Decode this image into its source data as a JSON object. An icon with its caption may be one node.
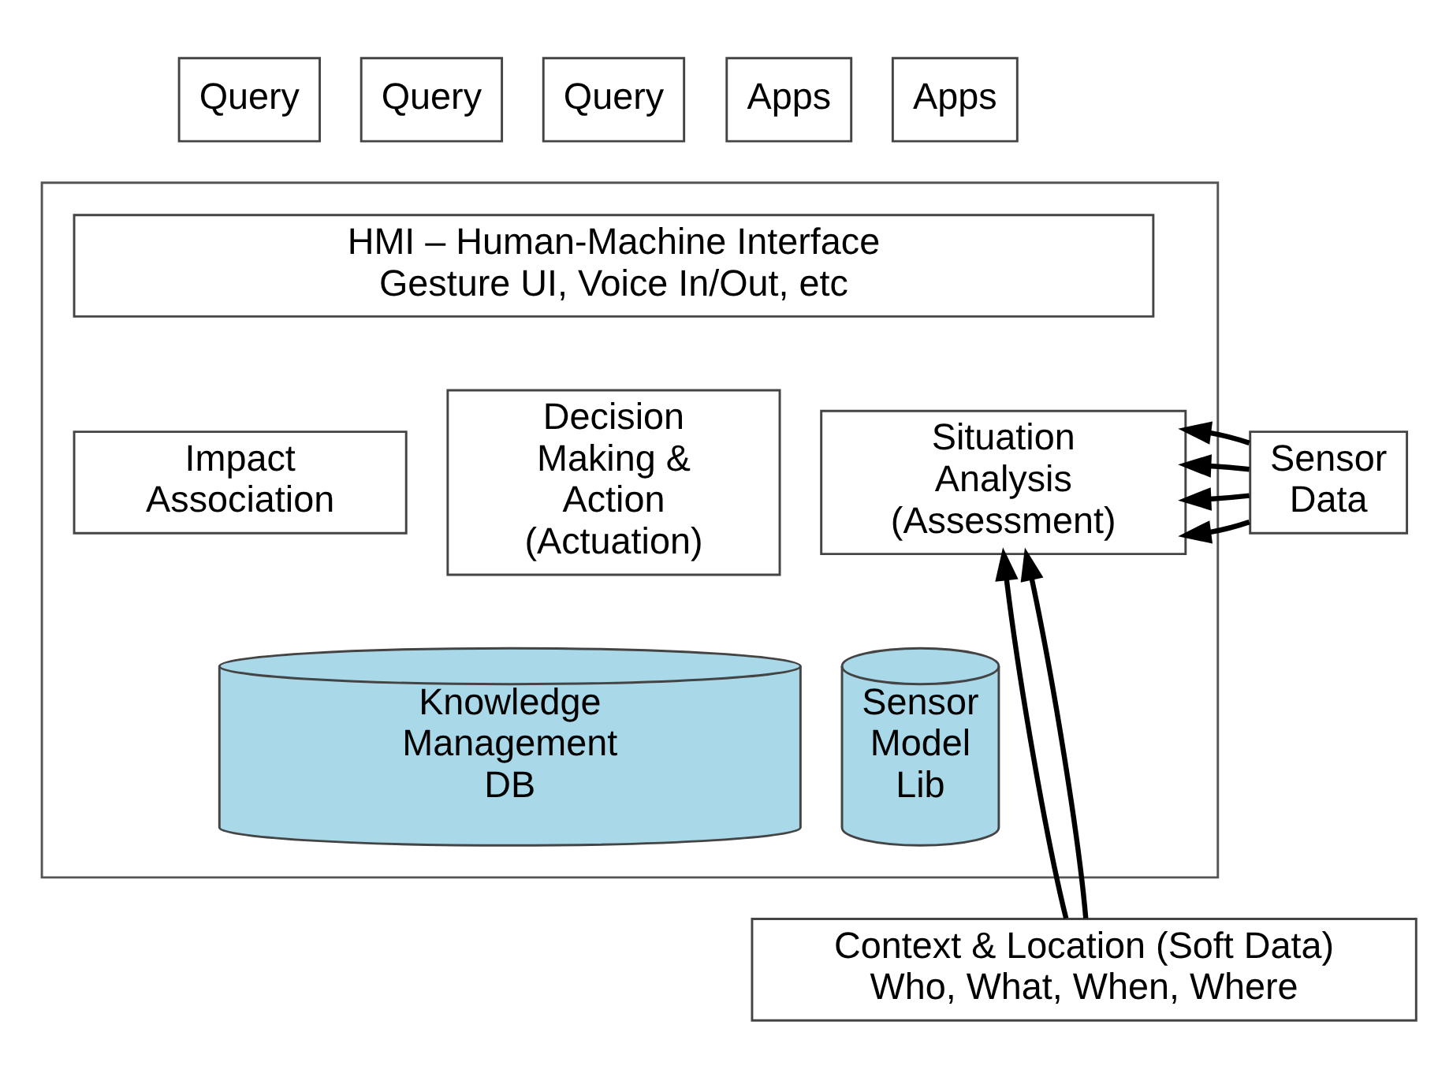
{
  "diagram": {
    "nodes": [
      {
        "text": [
          "Query"
        ]
      },
      {
        "text": [
          "Query"
        ]
      },
      {
        "text": [
          "Query"
        ]
      },
      {
        "text": [
          "Apps"
        ]
      },
      {
        "text": [
          "Apps"
        ]
      },
      {
        "text": [],
        "shape": "box"
      },
      {
        "text": [
          "HMI – Human-Machine Interface Gesture UI, Voice In/Out, etc"
        ],
        "in": 5
      },
      {
        "text": [
          "Situation Analysis (Assessment)"
        ],
        "in": 5
      },
      {
        "text": [
          "Impact Association"
        ],
        "in": 5
      },
      {
        "text": [
          "Decision Making & Action (Actuation)"
        ],
        "in": 5
      },
      {
        "text": [
          "Sensor Model Lib"
        ],
        "in": 5
      },
      {
        "text": [
          "Knowledge Management DB"
        ],
        "in": 5
      },
      {
        "text": [
          "Sensor Data"
        ]
      },
      {
        "text": [
          "Context & Location (Soft Data) Who, What, When, Where"
        ]
      }
    ],
    "edges": [
      {
        "from": 12,
        "to": 7,
        "arrow": "to"
      },
      {
        "from": 12,
        "to": 7,
        "arrow": "to"
      },
      {
        "from": 12,
        "to": 7,
        "arrow": "to"
      },
      {
        "from": 12,
        "to": 7,
        "arrow": "to"
      },
      {
        "from": 13,
        "to": 7,
        "arrow": "to"
      },
      {
        "from": 13,
        "to": 7,
        "arrow": "to"
      }
    ]
  }
}
